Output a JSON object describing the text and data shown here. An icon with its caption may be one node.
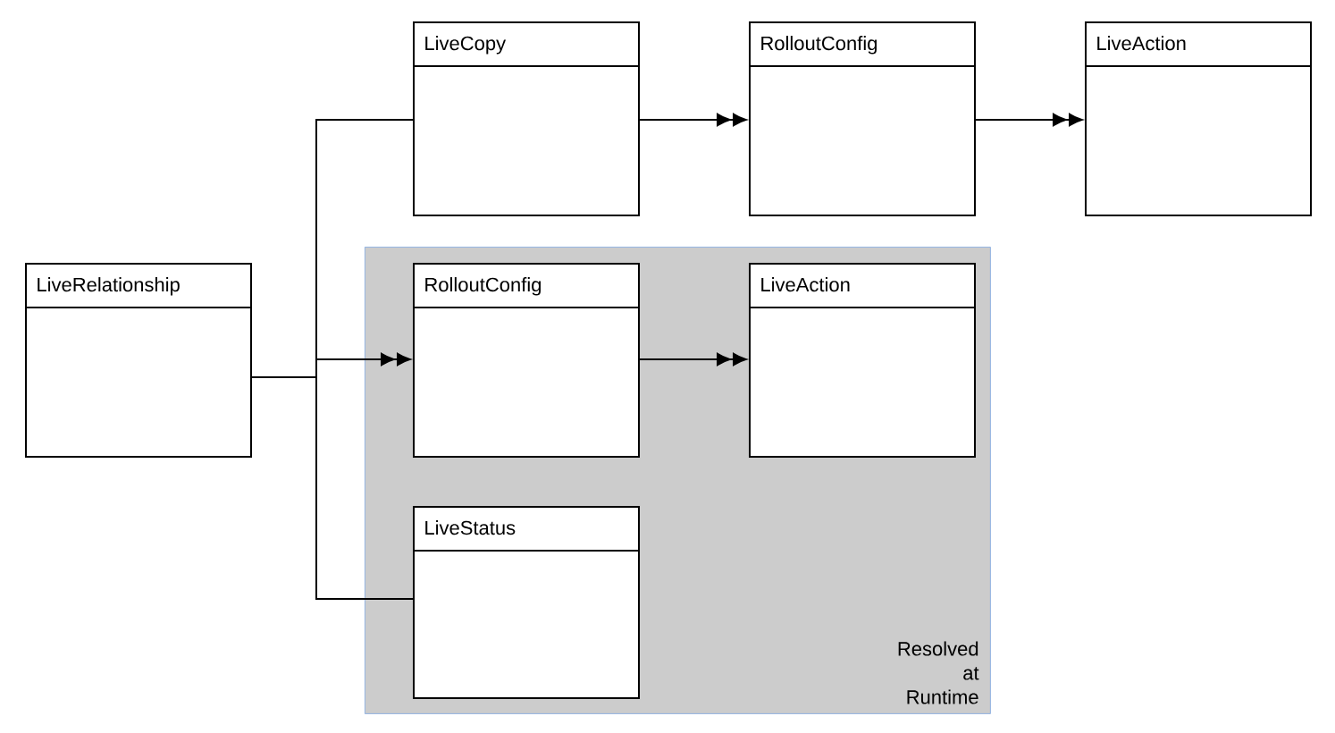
{
  "diagram": {
    "nodes": [
      {
        "text": [
          "LiveRelationship"
        ]
      },
      {
        "text": [
          "LiveCopy"
        ]
      },
      {
        "text": [
          "RolloutConfig"
        ]
      },
      {
        "text": [
          "LiveAction"
        ]
      },
      {
        "text": [
          "Resolved at Runtime"
        ]
      },
      {
        "text": [
          "RolloutConfig"
        ],
        "in": 4
      },
      {
        "text": [
          "LiveAction"
        ],
        "in": 4
      },
      {
        "text": [
          "LiveStatus"
        ],
        "in": 4
      }
    ],
    "edges": [
      {
        "from": 0,
        "to": 1,
        "arrow": "none"
      },
      {
        "from": 0,
        "to": 5,
        "arrow": "to"
      },
      {
        "from": 0,
        "to": 7,
        "arrow": "none"
      },
      {
        "from": 1,
        "to": 2,
        "arrow": "to"
      },
      {
        "from": 2,
        "to": 3,
        "arrow": "to"
      },
      {
        "from": 5,
        "to": 6,
        "arrow": "to"
      }
    ]
  }
}
